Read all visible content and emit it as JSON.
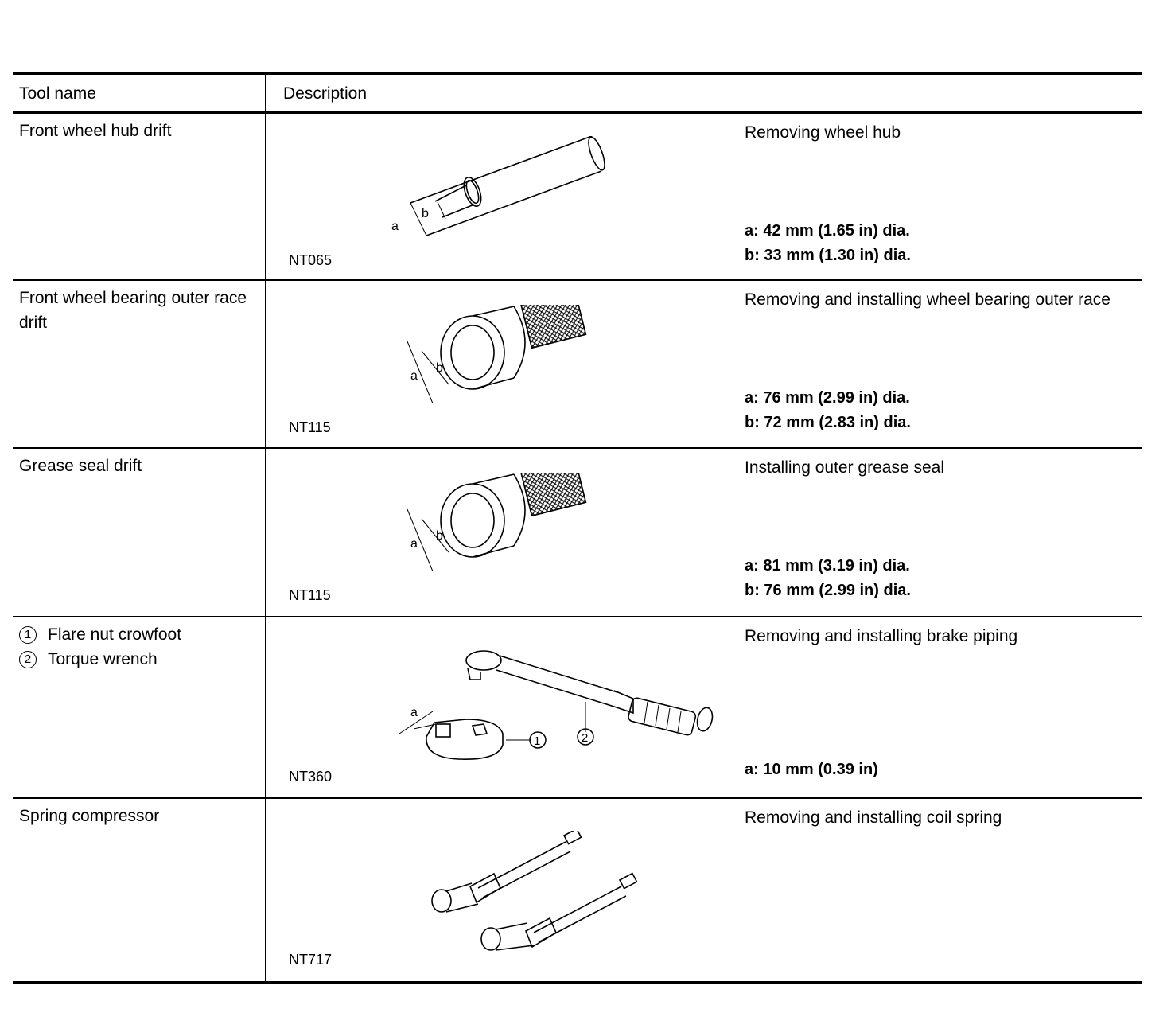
{
  "header": {
    "col_tool": "Tool name",
    "col_desc": "Description"
  },
  "rows": [
    {
      "name": "Front wheel hub drift",
      "code": "NT065",
      "purpose": "Removing wheel hub",
      "spec_a": "a:  42 mm (1.65 in) dia.",
      "spec_b": "b:  33 mm (1.30 in) dia.",
      "label_a": "a",
      "label_b": "b"
    },
    {
      "name": "Front wheel bearing outer race drift",
      "code": "NT115",
      "purpose": "Removing and installing wheel bearing outer race",
      "spec_a": "a:  76 mm (2.99 in) dia.",
      "spec_b": "b:  72 mm (2.83 in) dia.",
      "label_a": "a",
      "label_b": "b"
    },
    {
      "name": "Grease seal drift",
      "code": "NT115",
      "purpose": "Installing outer grease seal",
      "spec_a": "a:  81 mm (3.19 in) dia.",
      "spec_b": "b:  76 mm (2.99 in) dia.",
      "label_a": "a",
      "label_b": "b"
    },
    {
      "name1_num": "1",
      "name1": "Flare nut crowfoot",
      "name2_num": "2",
      "name2": "Torque wrench",
      "code": "NT360",
      "purpose": "Removing and installing brake piping",
      "spec_a": "a:  10 mm (0.39 in)",
      "label_a": "a",
      "callout1": "1",
      "callout2": "2"
    },
    {
      "name": "Spring compressor",
      "code": "NT717",
      "purpose": "Removing and installing coil spring"
    }
  ]
}
